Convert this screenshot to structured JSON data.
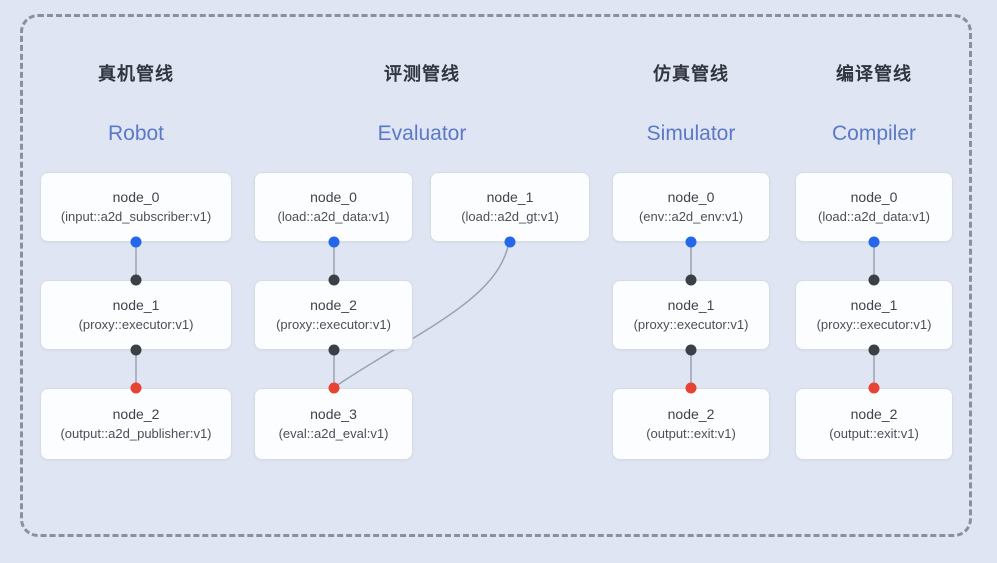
{
  "colors": {
    "bg": "#dfe5f3",
    "frame": "#8a909c",
    "box_bg": "#fcfdff",
    "box_border": "#d8dbe2",
    "title_zh": "#303540",
    "title_en": "#5b79c6",
    "node_text": "#3f434b",
    "node_sub": "#4b4f57",
    "dot_blue": "#2467e8",
    "dot_dark": "#3b3f46",
    "dot_red": "#e74334",
    "line": "#9aa3b0"
  },
  "pipelines": [
    {
      "title_zh": "真机管线",
      "title_en": "Robot",
      "nodes": [
        {
          "name": "node_0",
          "type": "(input::a2d_subscriber:v1)"
        },
        {
          "name": "node_1",
          "type": "(proxy::executor:v1)"
        },
        {
          "name": "node_2",
          "type": "(output::a2d_publisher:v1)"
        }
      ],
      "edges": [
        {
          "from": "node_0",
          "to": "node_1",
          "from_port": "blue",
          "to_port": "dark"
        },
        {
          "from": "node_1",
          "to": "node_2",
          "from_port": "dark",
          "to_port": "red"
        }
      ]
    },
    {
      "title_zh": "评测管线",
      "title_en": "Evaluator",
      "nodes": [
        {
          "name": "node_0",
          "type": "(load::a2d_data:v1)"
        },
        {
          "name": "node_1",
          "type": "(load::a2d_gt:v1)"
        },
        {
          "name": "node_2",
          "type": "(proxy::executor:v1)"
        },
        {
          "name": "node_3",
          "type": "(eval::a2d_eval:v1)"
        }
      ],
      "edges": [
        {
          "from": "node_0",
          "to": "node_2",
          "from_port": "blue",
          "to_port": "dark"
        },
        {
          "from": "node_1",
          "to": "node_3",
          "from_port": "blue",
          "to_port": "red"
        },
        {
          "from": "node_2",
          "to": "node_3",
          "from_port": "dark",
          "to_port": "red"
        }
      ]
    },
    {
      "title_zh": "仿真管线",
      "title_en": "Simulator",
      "nodes": [
        {
          "name": "node_0",
          "type": "(env::a2d_env:v1)"
        },
        {
          "name": "node_1",
          "type": "(proxy::executor:v1)"
        },
        {
          "name": "node_2",
          "type": "(output::exit:v1)"
        }
      ],
      "edges": [
        {
          "from": "node_0",
          "to": "node_1",
          "from_port": "blue",
          "to_port": "dark"
        },
        {
          "from": "node_1",
          "to": "node_2",
          "from_port": "dark",
          "to_port": "red"
        }
      ]
    },
    {
      "title_zh": "编译管线",
      "title_en": "Compiler",
      "nodes": [
        {
          "name": "node_0",
          "type": "(load::a2d_data:v1)"
        },
        {
          "name": "node_1",
          "type": "(proxy::executor:v1)"
        },
        {
          "name": "node_2",
          "type": "(output::exit:v1)"
        }
      ],
      "edges": [
        {
          "from": "node_0",
          "to": "node_1",
          "from_port": "blue",
          "to_port": "dark"
        },
        {
          "from": "node_1",
          "to": "node_2",
          "from_port": "dark",
          "to_port": "red"
        }
      ]
    }
  ]
}
